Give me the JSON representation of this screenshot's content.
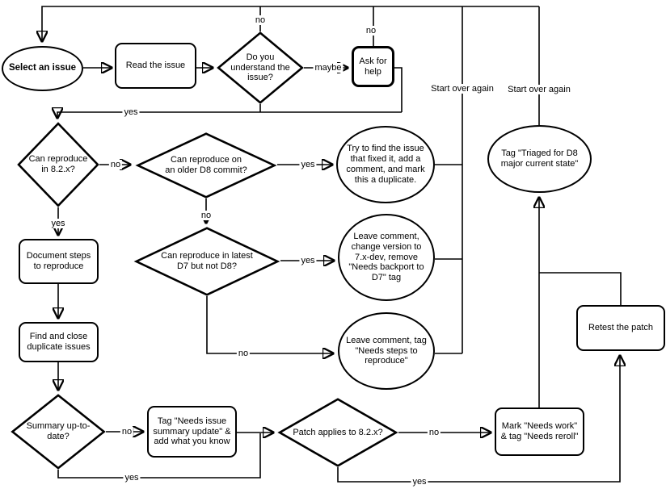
{
  "colors": {
    "stroke": "#000000",
    "background": "#ffffff"
  },
  "diagram": {
    "nodes": {
      "select_issue": {
        "label": "Select an issue"
      },
      "read_issue": {
        "label": "Read the issue"
      },
      "understand_issue": {
        "label": "Do you\nunderstand the\nissue?"
      },
      "ask_for_help": {
        "label": "Ask for\nhelp"
      },
      "reproduce_82x": {
        "label": "Can reproduce\nin 8.2.x?"
      },
      "reproduce_older_d8": {
        "label": "Can reproduce on\nan older D8 commit?"
      },
      "find_duplicate_fix": {
        "label": "Try to find the issue\nthat fixed it, add a\ncomment, and mark\nthis a duplicate."
      },
      "reproduce_d7": {
        "label": "Can reproduce in latest\nD7 but not D8?"
      },
      "leave_comment_7x": {
        "label": "Leave comment,\nchange version to\n7.x-dev, remove\n\"Needs backport to\nD7\" tag"
      },
      "leave_comment_steps": {
        "label": "Leave comment, tag\n\"Needs steps to\nreproduce\""
      },
      "document_steps": {
        "label": "Document steps\nto reproduce"
      },
      "find_close_duplicates": {
        "label": "Find and close\nduplicate issues"
      },
      "summary_uptodate": {
        "label": "Summary up-to-\ndate?"
      },
      "tag_summary_update": {
        "label": "Tag \"Needs issue\nsummary update\" &\nadd what you know"
      },
      "patch_applies": {
        "label": "Patch applies to 8.2.x?"
      },
      "mark_needs_work": {
        "label": "Mark \"Needs work\"\n& tag \"Needs reroll\""
      },
      "retest_patch": {
        "label": "Retest the patch"
      },
      "tag_triaged": {
        "label": "Tag \"Triaged for D8\nmajor current state\""
      }
    },
    "edge_labels": {
      "understand_no": "no",
      "ask_help_no": "no",
      "maybe": "maybe",
      "understand_yes": "yes",
      "reproduce_82x_no": "no",
      "older_d8_yes": "yes",
      "older_d8_no": "no",
      "d7_yes": "yes",
      "d7_no": "no",
      "reproduce_82x_yes": "yes",
      "start_over_1": "Start over again",
      "start_over_2": "Start over again",
      "summary_no": "no",
      "patch_no": "no",
      "summary_yes": "yes",
      "patch_yes": "yes"
    }
  }
}
